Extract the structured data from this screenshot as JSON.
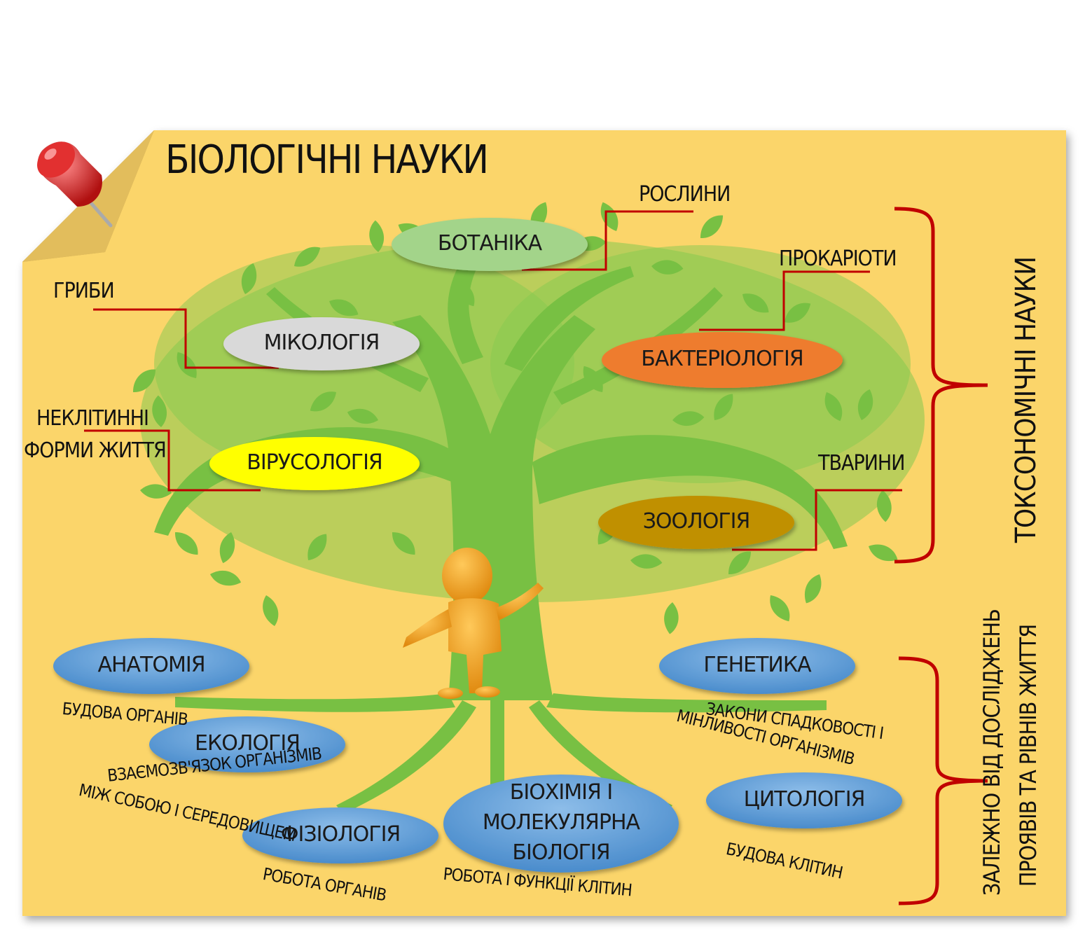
{
  "title": "БІОЛОГІЧНІ НАУКИ",
  "taxonomic_sciences": {
    "side_label": "ТОКСОНОМІЧНІ   НАУКИ",
    "items": [
      {
        "science": "БОТАНІКА",
        "object": "РОСЛИНИ",
        "color": "#a3d48a"
      },
      {
        "science": "МІКОЛОГІЯ",
        "object": "ГРИБИ",
        "color": "#d9d9d9"
      },
      {
        "science": "БАКТЕРІОЛОГІЯ",
        "object": "ПРОКАРІОТИ",
        "color": "#ee7c2e"
      },
      {
        "science": "ВІРУСОЛОГІЯ",
        "object_line1": "НЕКЛІТИННІ",
        "object_line2": "ФОРМИ ЖИТТЯ",
        "color": "#ffff00"
      },
      {
        "science": "ЗООЛОГІЯ",
        "object": "ТВАРИНИ",
        "color": "#c09000"
      }
    ]
  },
  "level_sciences": {
    "side_label_line1": "ЗАЛЕЖНО ВІД ДОСЛІДЖЕНЬ",
    "side_label_line2": "ПРОЯВІВ ТА РІВНІВ ЖИТТЯ",
    "items": [
      {
        "science": "АНАТОМІЯ",
        "description": "БУДОВА ОРГАНІВ"
      },
      {
        "science": "ЕКОЛОГІЯ",
        "description_line1": "ВЗАЄМОЗВ'ЯЗОК ОРГАНІЗМІВ",
        "description_line2": "МІЖ СОБОЮ І СЕРЕДОВИЩЕМ"
      },
      {
        "science": "ФІЗІОЛОГІЯ",
        "description": "РОБОТА ОРГАНІВ"
      },
      {
        "science_line1": "БІОХІМІЯ І",
        "science_line2": "МОЛЕКУЛЯРНА",
        "science_line3": "БІОЛОГІЯ",
        "description": "РОБОТА І ФУНКЦІЇ КЛІТИН"
      },
      {
        "science": "ГЕНЕТИКА",
        "description_line1": "ЗАКОНИ СПАДКОВОСТІ І",
        "description_line2": "МІНЛИВОСТІ ОРГАНІЗМІВ"
      },
      {
        "science": "ЦИТОЛОГІЯ",
        "description": "БУДОВА КЛІТИН"
      }
    ]
  },
  "colors": {
    "paper": "#fbd56b",
    "tree": "#78c043",
    "connector": "#c00000",
    "blue_oval": "#5b9bd5",
    "pin": "#d81e1e",
    "figure": "#f2a01e"
  }
}
